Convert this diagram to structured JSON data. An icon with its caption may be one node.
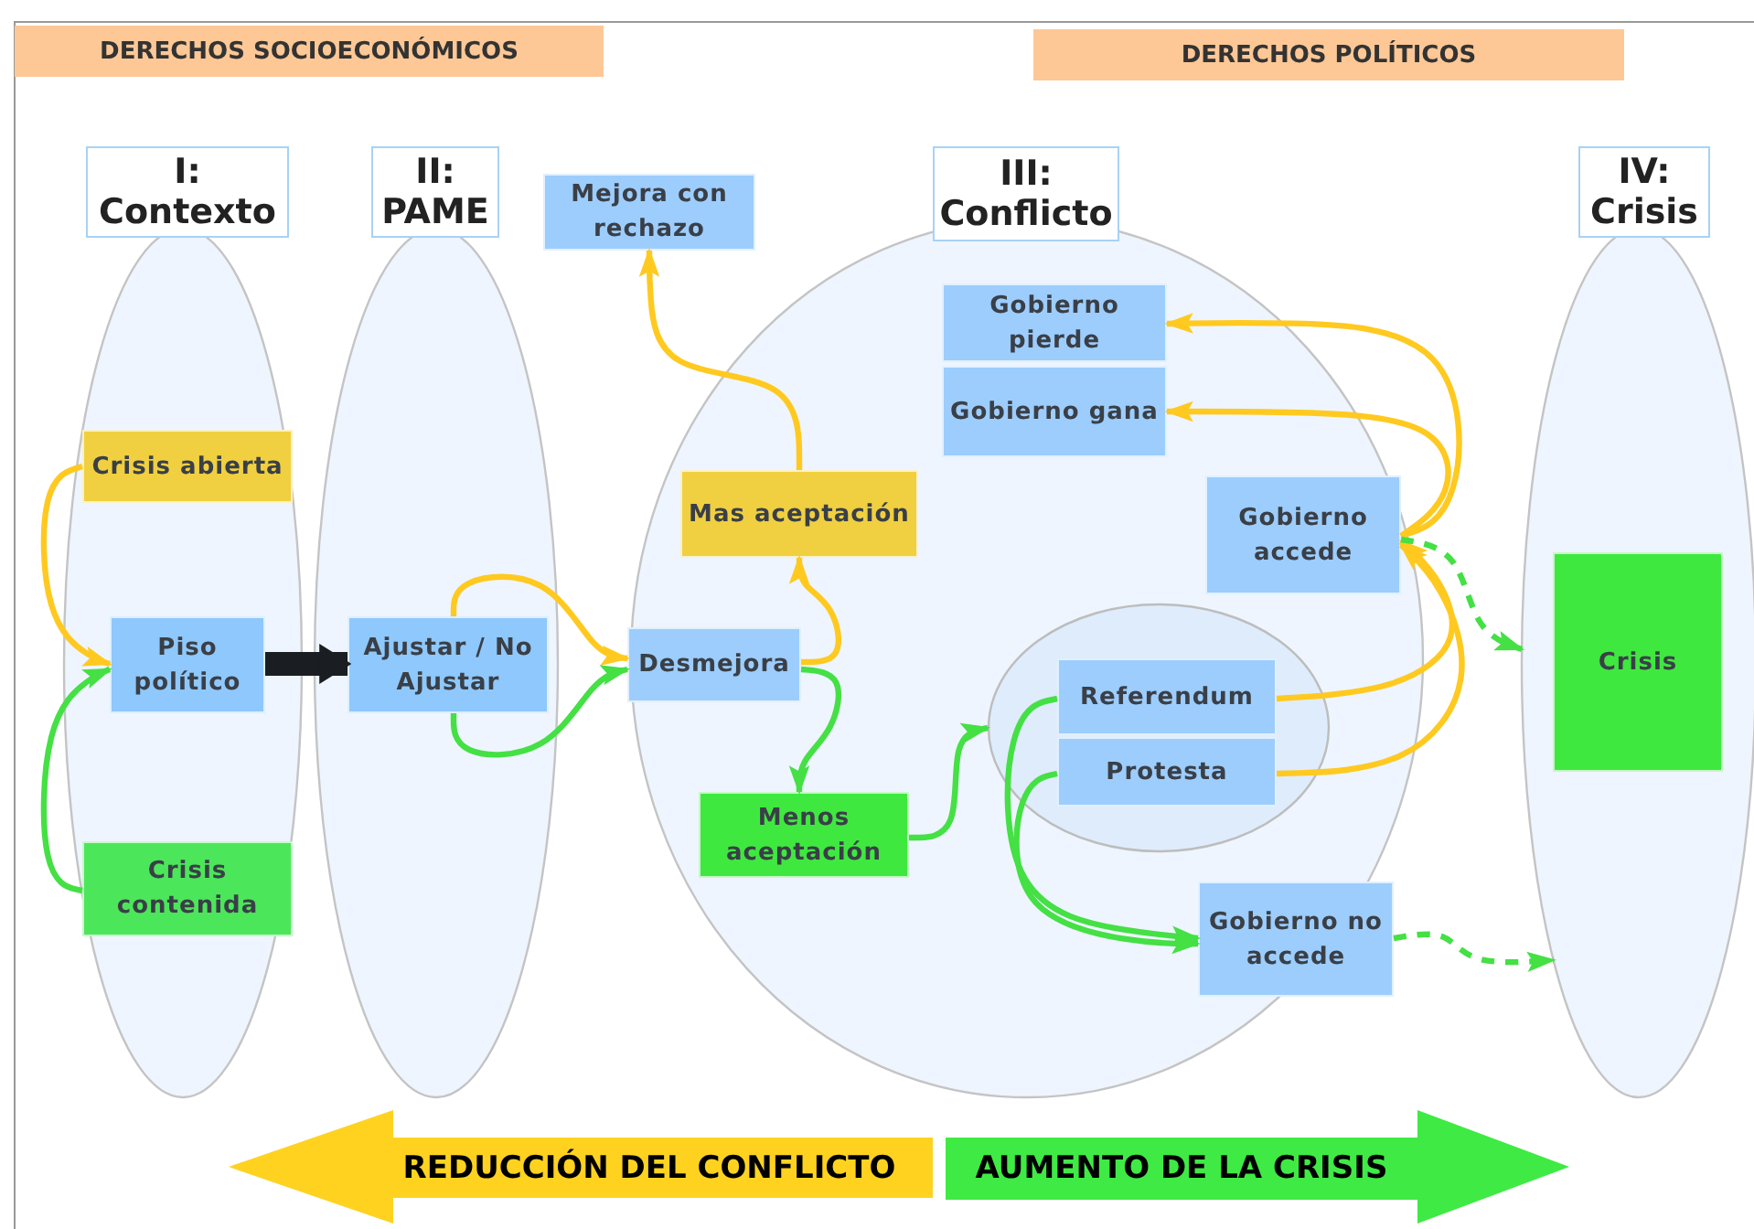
{
  "diagram": {
    "nodes": [
      {
        "text": [
          "I: Contexto"
        ]
      },
      {
        "text": [
          "Crisis abierta"
        ],
        "in": 0
      },
      {
        "text": [
          "Piso político"
        ],
        "in": 0
      },
      {
        "text": [
          "Crisis contenida"
        ],
        "in": 0
      },
      {
        "text": [
          "II: PAME"
        ]
      },
      {
        "text": [
          "Ajustar / No Ajustar"
        ],
        "in": 4
      },
      {
        "text": [
          "Mejora con rechazo"
        ]
      },
      {
        "text": [
          "III: Conflicto"
        ]
      },
      {
        "text": [
          "Gobierno pierde"
        ],
        "in": 7
      },
      {
        "text": [
          "Gobierno gana"
        ],
        "in": 7
      },
      {
        "text": [
          "Mas aceptación"
        ],
        "in": 7
      },
      {
        "text": [
          "Desmejora"
        ],
        "in": 7
      },
      {
        "text": [
          "Gobierno accede"
        ],
        "in": 7
      },
      {
        "text": [],
        "shape": "ellipse",
        "in": 7
      },
      {
        "text": [
          "Referendum"
        ],
        "in": 13
      },
      {
        "text": [
          "Protesta"
        ],
        "in": 13
      },
      {
        "text": [
          "Menos aceptación"
        ],
        "in": 7
      },
      {
        "text": [
          "Gobierno no accede"
        ],
        "in": 7
      },
      {
        "text": [
          "IV: Crisis"
        ]
      },
      {
        "text": [
          "Crisis"
        ],
        "in": 18
      }
    ],
    "edges": [
      {
        "from": 1,
        "to": 2,
        "arrow": "to"
      },
      {
        "from": 3,
        "to": 2,
        "arrow": "to",
        "color": "#44e044"
      },
      {
        "from": 2,
        "to": 5,
        "arrow": "to",
        "style": "thick",
        "color": "#1a1d22"
      },
      {
        "from": 5,
        "to": 11,
        "arrow": "to"
      },
      {
        "from": 5,
        "to": 11,
        "arrow": "to",
        "color": "#44e044"
      },
      {
        "from": 11,
        "to": 10,
        "arrow": "to"
      },
      {
        "from": 11,
        "to": 16,
        "arrow": "to",
        "color": "#44e044"
      },
      {
        "from": 10,
        "to": 6,
        "arrow": "to"
      },
      {
        "from": 16,
        "to": 13,
        "arrow": "to",
        "color": "#44e044"
      },
      {
        "from": 12,
        "to": 8,
        "arrow": "to"
      },
      {
        "from": 12,
        "to": 9,
        "arrow": "to"
      },
      {
        "from": 14,
        "to": 12,
        "arrow": "to"
      },
      {
        "from": 15,
        "to": 12,
        "arrow": "to"
      },
      {
        "from": 14,
        "to": 17,
        "arrow": "to",
        "color": "#44e044"
      },
      {
        "from": 15,
        "to": 17,
        "arrow": "to",
        "color": "#44e044"
      },
      {
        "from": 12,
        "to": 18,
        "arrow": "to",
        "style": "dashed",
        "color": "#44e044"
      },
      {
        "from": 17,
        "to": 18,
        "arrow": "to",
        "style": "dashed",
        "color": "#44e044"
      }
    ],
    "labels": [
      "DERECHOS SOCIOECONÓMICOS",
      "DERECHOS POLÍTICOS",
      "REDUCCIÓN DEL CONFLICTO",
      "AUMENTO DE LA CRISIS"
    ]
  }
}
